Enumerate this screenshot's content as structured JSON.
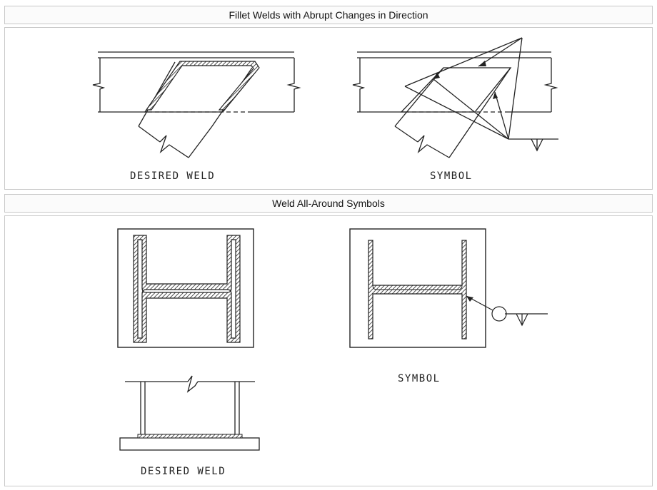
{
  "sections": [
    {
      "title": "Fillet Welds with Abrupt Changes in Direction",
      "labels": {
        "desired": "DESIRED WELD",
        "symbol": "SYMBOL"
      }
    },
    {
      "title": "Weld All-Around Symbols",
      "labels": {
        "symbol": "SYMBOL",
        "desired": "DESIRED WELD"
      }
    }
  ],
  "colors": {
    "line": "#222222",
    "border": "#c8c8c8",
    "header_bg": "#fbfbfb"
  }
}
